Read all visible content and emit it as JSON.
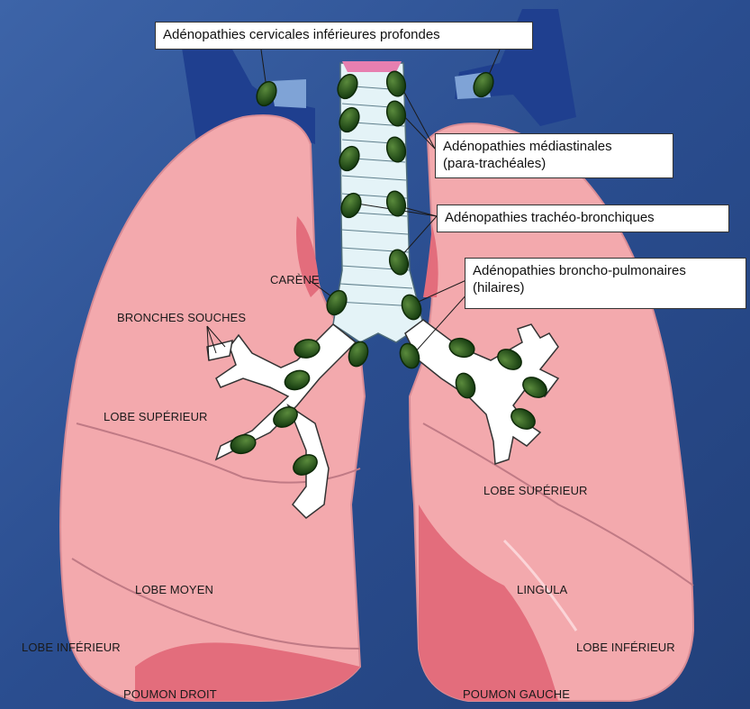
{
  "callouts": {
    "cervical": "Adénopathies cervicales inférieures profondes",
    "mediastinal_line1": "Adénopathies médiastinales",
    "mediastinal_line2": "(para-trachéales)",
    "tracheobronchial": "Adénopathies trachéo-bronchiques",
    "bronchopulmonary_line1": "Adénopathies broncho-pulmonaires",
    "bronchopulmonary_line2": "(hilaires)"
  },
  "labels": {
    "carina": "CARÈNE",
    "main_bronchi": "BRONCHES SOUCHES",
    "right_upper_lobe": "LOBE SUPÉRIEUR",
    "right_middle_lobe": "LOBE MOYEN",
    "right_lower_lobe": "LOBE INFÉRIEUR",
    "right_lung": "POUMON DROIT",
    "left_upper_lobe": "LOBE SUPÉRIEUR",
    "lingula": "LINGULA",
    "left_lower_lobe": "LOBE INFÉRIEUR",
    "left_lung": "POUMON GAUCHE"
  },
  "colors": {
    "background": "#2a4a86",
    "lung": "#f3a9ad",
    "lung_dark": "#e36d7c",
    "trachea": "#e4f3f7",
    "node": "#1f4a17",
    "vessel": "#1f3f8f"
  }
}
